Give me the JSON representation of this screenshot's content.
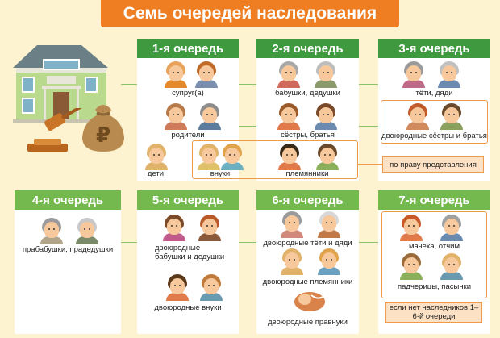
{
  "title": "Семь очередей наследования",
  "colors": {
    "title_bg": "#ef7d22",
    "header_dark": "#3f9a3f",
    "header_light": "#74b94d",
    "accent": "#ef9a4a",
    "bg": "#fdf3d0"
  },
  "queues": [
    {
      "header": "1-я очередь",
      "labels": [
        "супруг(а)",
        "родители",
        "дети",
        "внуки"
      ]
    },
    {
      "header": "2-я очередь",
      "labels": [
        "бабушки, дедушки",
        "сёстры, братья",
        "племянники"
      ]
    },
    {
      "header": "3-я очередь",
      "labels": [
        "тёти, дяди",
        "двоюродные сёстры и братья",
        "по праву представления"
      ]
    },
    {
      "header": "4-я очередь",
      "labels": [
        "прабабушки, прадедушки"
      ]
    },
    {
      "header": "5-я очередь",
      "labels": [
        "двоюродные бабушки и дедушки",
        "двоюродные внуки"
      ]
    },
    {
      "header": "6-я очередь",
      "labels": [
        "двоюродные тёти и дяди",
        "двоюродные племянники",
        "двоюродные правнуки"
      ]
    },
    {
      "header": "7-я очередь",
      "labels": [
        "мачеха, отчим",
        "падчерицы, пасынки",
        "если нет наследников 1–6-й очереди"
      ]
    }
  ],
  "icons": [
    "house-icon",
    "gavel-icon",
    "money-bag-icon",
    "ruble-icon"
  ]
}
